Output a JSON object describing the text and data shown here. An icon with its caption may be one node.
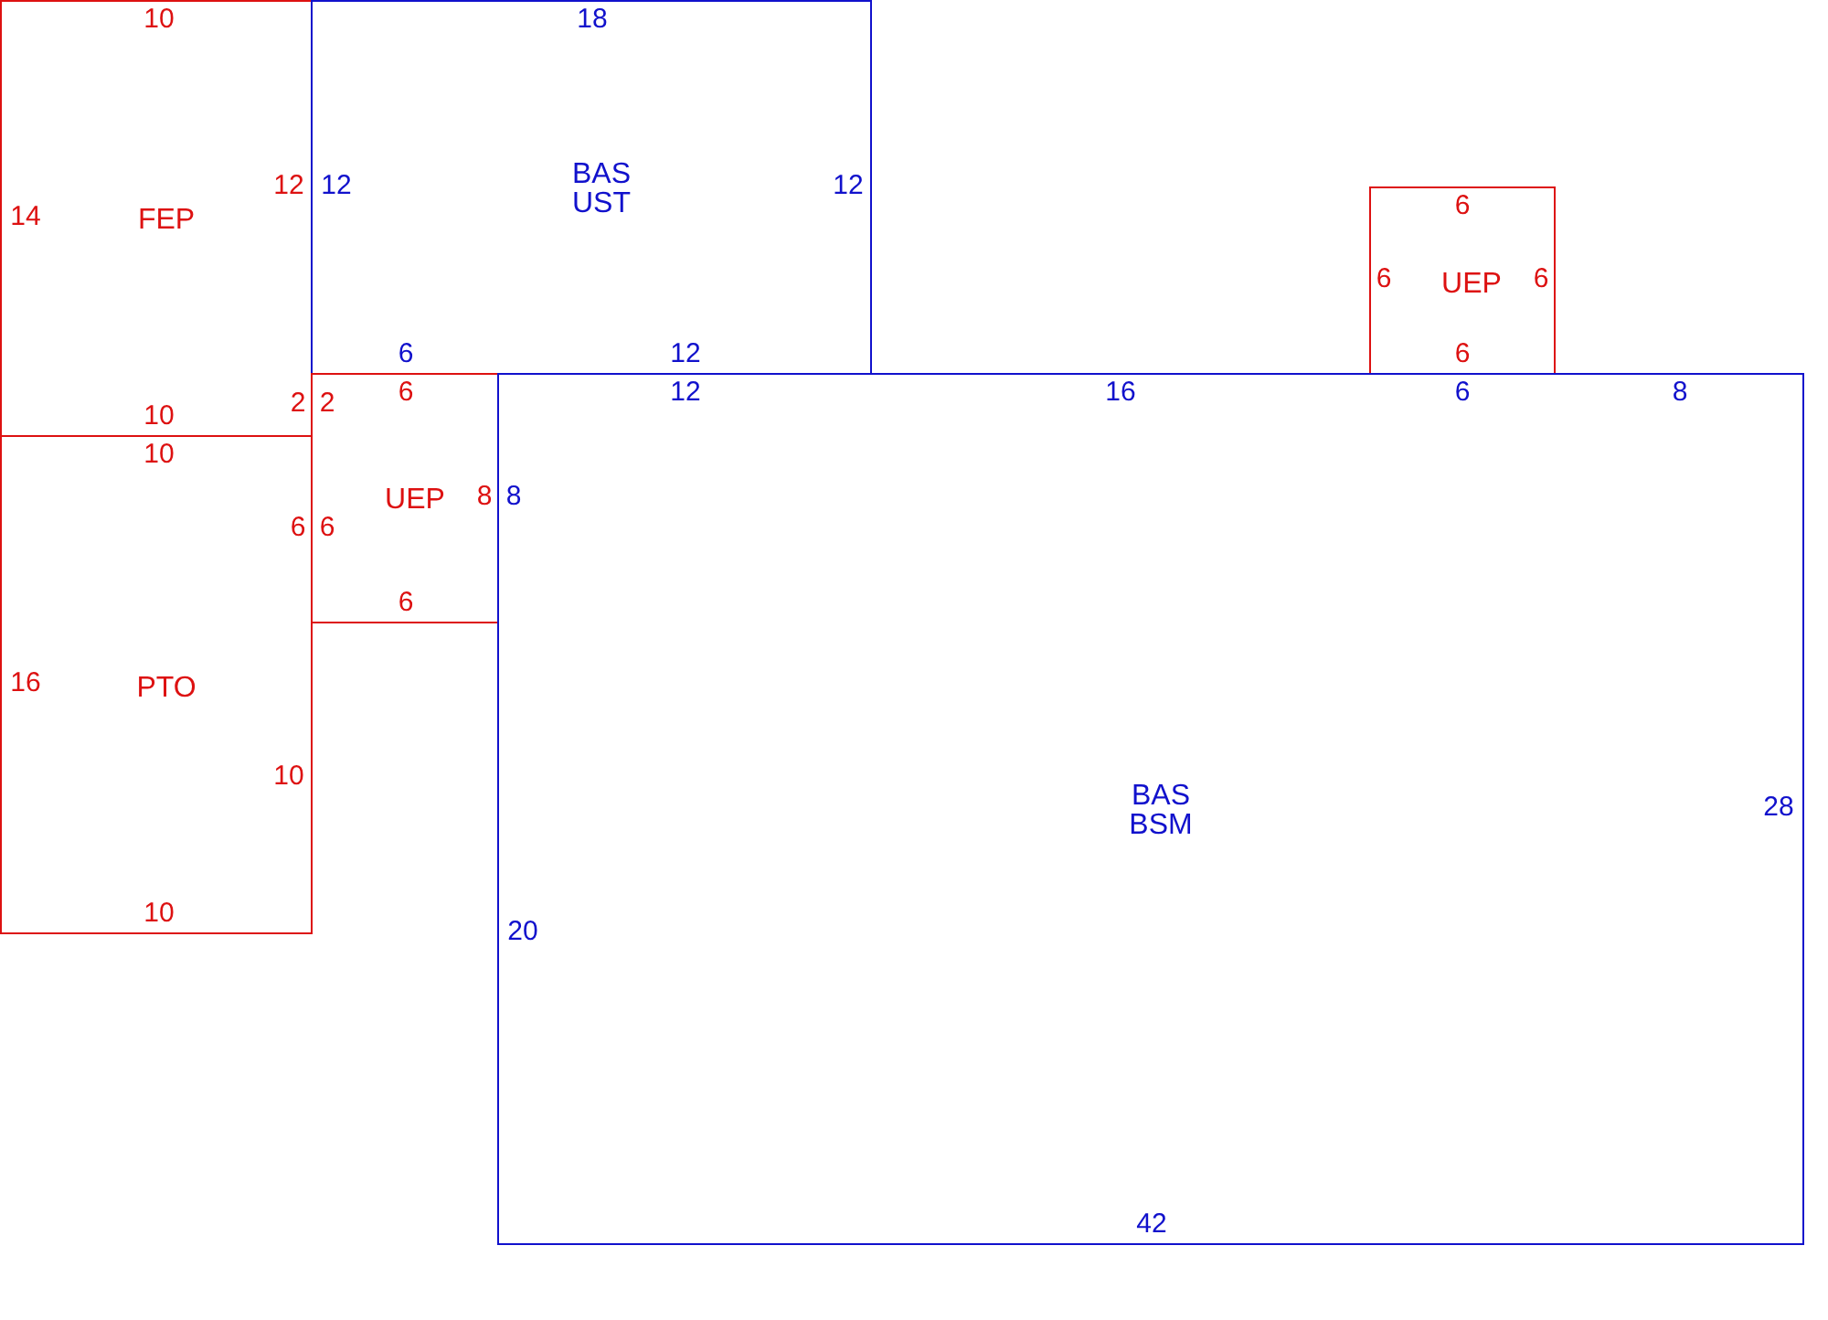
{
  "diagram": {
    "nodes": [
      {
        "text": [
          "FEP",
          "10",
          "14",
          "12",
          "2",
          "10"
        ]
      },
      {
        "text": [
          "BAS UST",
          "18",
          "12",
          "12",
          "6",
          "12"
        ]
      },
      {
        "text": [
          "UEP",
          "6",
          "6",
          "6",
          "6"
        ]
      },
      {
        "text": [
          "UEP",
          "2",
          "6",
          "8",
          "6",
          "6"
        ]
      },
      {
        "text": [
          "PTO",
          "10",
          "16",
          "6",
          "10",
          "10"
        ]
      },
      {
        "text": [
          "BAS BSM",
          "12",
          "16",
          "6",
          "8",
          "8",
          "28",
          "20",
          "42"
        ]
      }
    ]
  }
}
